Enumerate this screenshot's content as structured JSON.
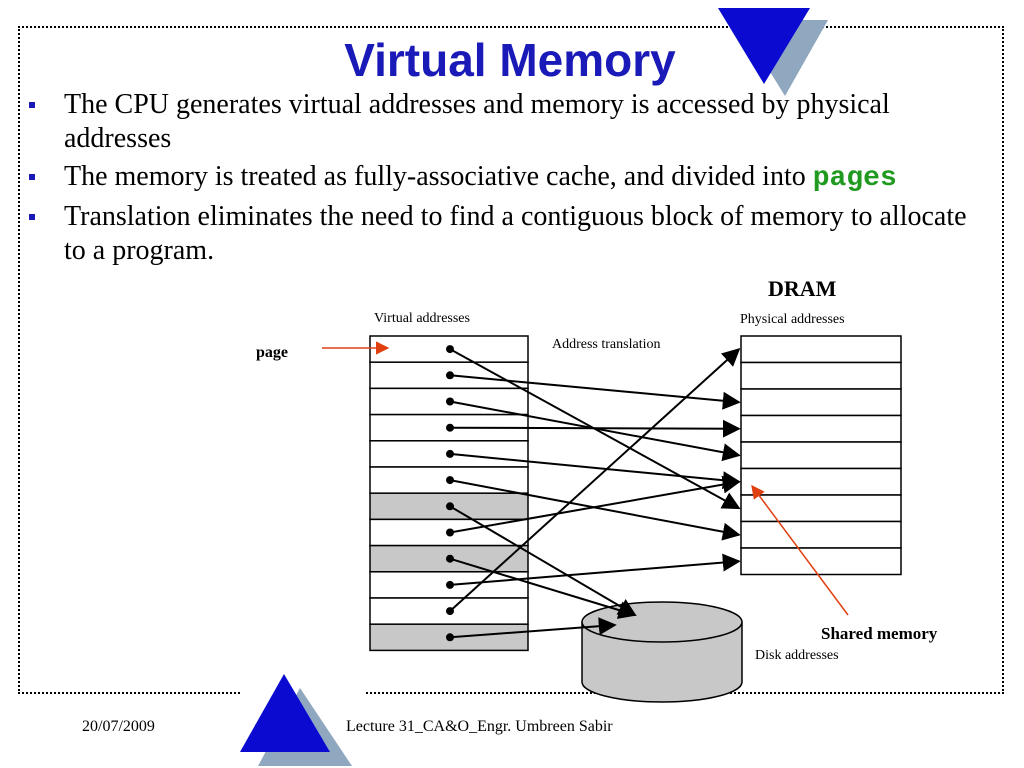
{
  "slide": {
    "title": "Virtual Memory",
    "bullets": [
      {
        "text": "The CPU generates virtual addresses and memory is accessed by physical addresses",
        "emphasis": ""
      },
      {
        "text": "The memory is treated as fully-associative cache, and divided into ",
        "emphasis": "pages"
      },
      {
        "text": "Translation eliminates the need to find a contiguous block of memory to allocate to a program.",
        "emphasis": ""
      }
    ],
    "colors": {
      "title": "#1a1ab8",
      "bullet": "#1a1ab8",
      "emphasis": "#1f9a1f",
      "annotation_arrow": "#e04010",
      "shaded_page": "#c8c8c8",
      "triangle_front": "#0a0ad0",
      "triangle_back": "#8fa8c0"
    }
  },
  "diagram": {
    "labels": {
      "dram": "DRAM",
      "virtual": "Virtual addresses",
      "physical": "Physical addresses",
      "translation": "Address translation",
      "page": "page",
      "shared": "Shared memory",
      "disk": "Disk addresses"
    },
    "virtual_page_count": 12,
    "physical_page_count": 9,
    "shaded_virtual_pages": [
      6,
      8,
      11
    ],
    "mappings": [
      {
        "from": 0,
        "to": 6
      },
      {
        "from": 1,
        "to": 2
      },
      {
        "from": 2,
        "to": 4
      },
      {
        "from": 3,
        "to": 3
      },
      {
        "from": 4,
        "to": 5
      },
      {
        "from": 5,
        "to": 7
      },
      {
        "from": 6,
        "to": "disk"
      },
      {
        "from": 7,
        "to": 5
      },
      {
        "from": 8,
        "to": "disk"
      },
      {
        "from": 9,
        "to": 8
      },
      {
        "from": 10,
        "to": 0
      },
      {
        "from": 11,
        "to": "disk"
      }
    ],
    "shared_physical_page": 5
  },
  "footer": {
    "date": "20/07/2009",
    "lecture": "Lecture 31_CA&O_Engr. Umbreen Sabir"
  }
}
